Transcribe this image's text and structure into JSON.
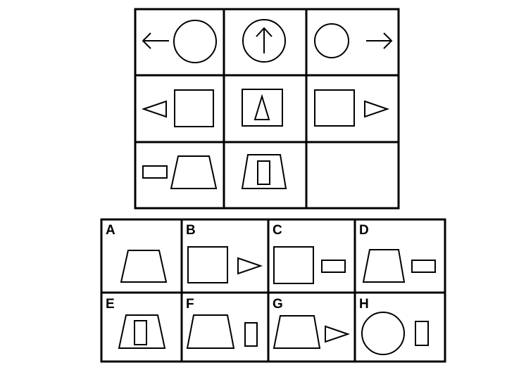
{
  "matrix": {
    "cells": [
      {
        "id": "r1c1",
        "shapes": [
          "arrow-left",
          "circle"
        ]
      },
      {
        "id": "r1c2",
        "shapes": [
          "circle",
          "arrow-up"
        ]
      },
      {
        "id": "r1c3",
        "shapes": [
          "circle",
          "arrow-right"
        ]
      },
      {
        "id": "r2c1",
        "shapes": [
          "triangle-left",
          "square"
        ]
      },
      {
        "id": "r2c2",
        "shapes": [
          "square",
          "triangle-up"
        ]
      },
      {
        "id": "r2c3",
        "shapes": [
          "square",
          "triangle-right"
        ]
      },
      {
        "id": "r3c1",
        "shapes": [
          "rectangle-horizontal",
          "trapezoid"
        ]
      },
      {
        "id": "r3c2",
        "shapes": [
          "trapezoid",
          "rectangle-vertical"
        ]
      },
      {
        "id": "r3c3",
        "shapes": []
      }
    ]
  },
  "options": [
    {
      "label": "A",
      "shapes": [
        "trapezoid"
      ]
    },
    {
      "label": "B",
      "shapes": [
        "square",
        "triangle-right"
      ]
    },
    {
      "label": "C",
      "shapes": [
        "square",
        "rectangle-horizontal"
      ]
    },
    {
      "label": "D",
      "shapes": [
        "trapezoid",
        "rectangle-horizontal"
      ]
    },
    {
      "label": "E",
      "shapes": [
        "trapezoid",
        "rectangle-vertical"
      ]
    },
    {
      "label": "F",
      "shapes": [
        "trapezoid",
        "rectangle-vertical"
      ]
    },
    {
      "label": "G",
      "shapes": [
        "trapezoid",
        "triangle-right"
      ]
    },
    {
      "label": "H",
      "shapes": [
        "circle",
        "rectangle-vertical"
      ]
    }
  ],
  "colors": {
    "stroke": "#000000",
    "background": "#ffffff"
  }
}
